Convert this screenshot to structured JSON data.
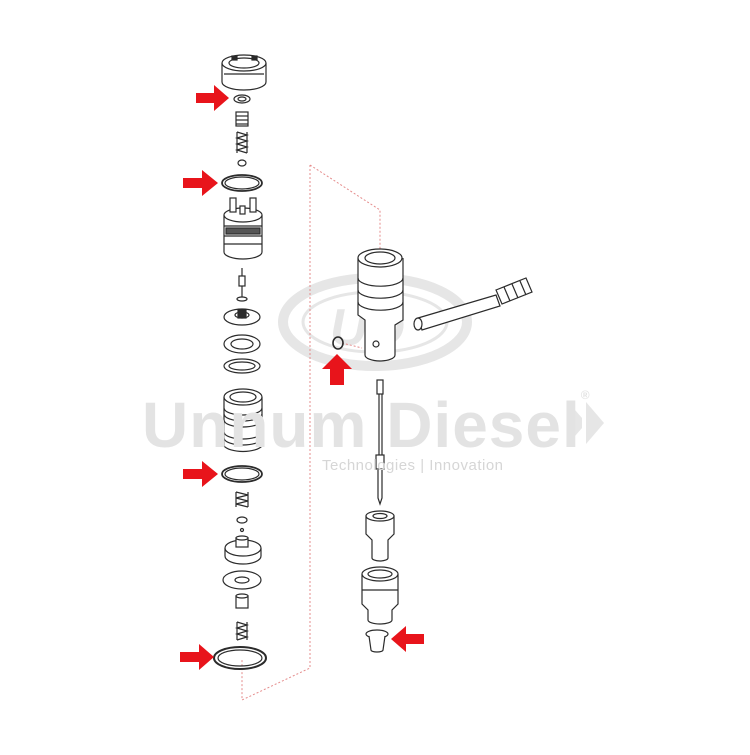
{
  "watermark": {
    "logo_mark": "UD",
    "brand": "Unnum Diesel",
    "registered": "®",
    "tagline": "Technologies | Innovation"
  },
  "colors": {
    "arrow": "#e8141b",
    "outline": "#2b2b2b",
    "guide": "#e58c8c",
    "watermark": "#e3e3e3"
  }
}
